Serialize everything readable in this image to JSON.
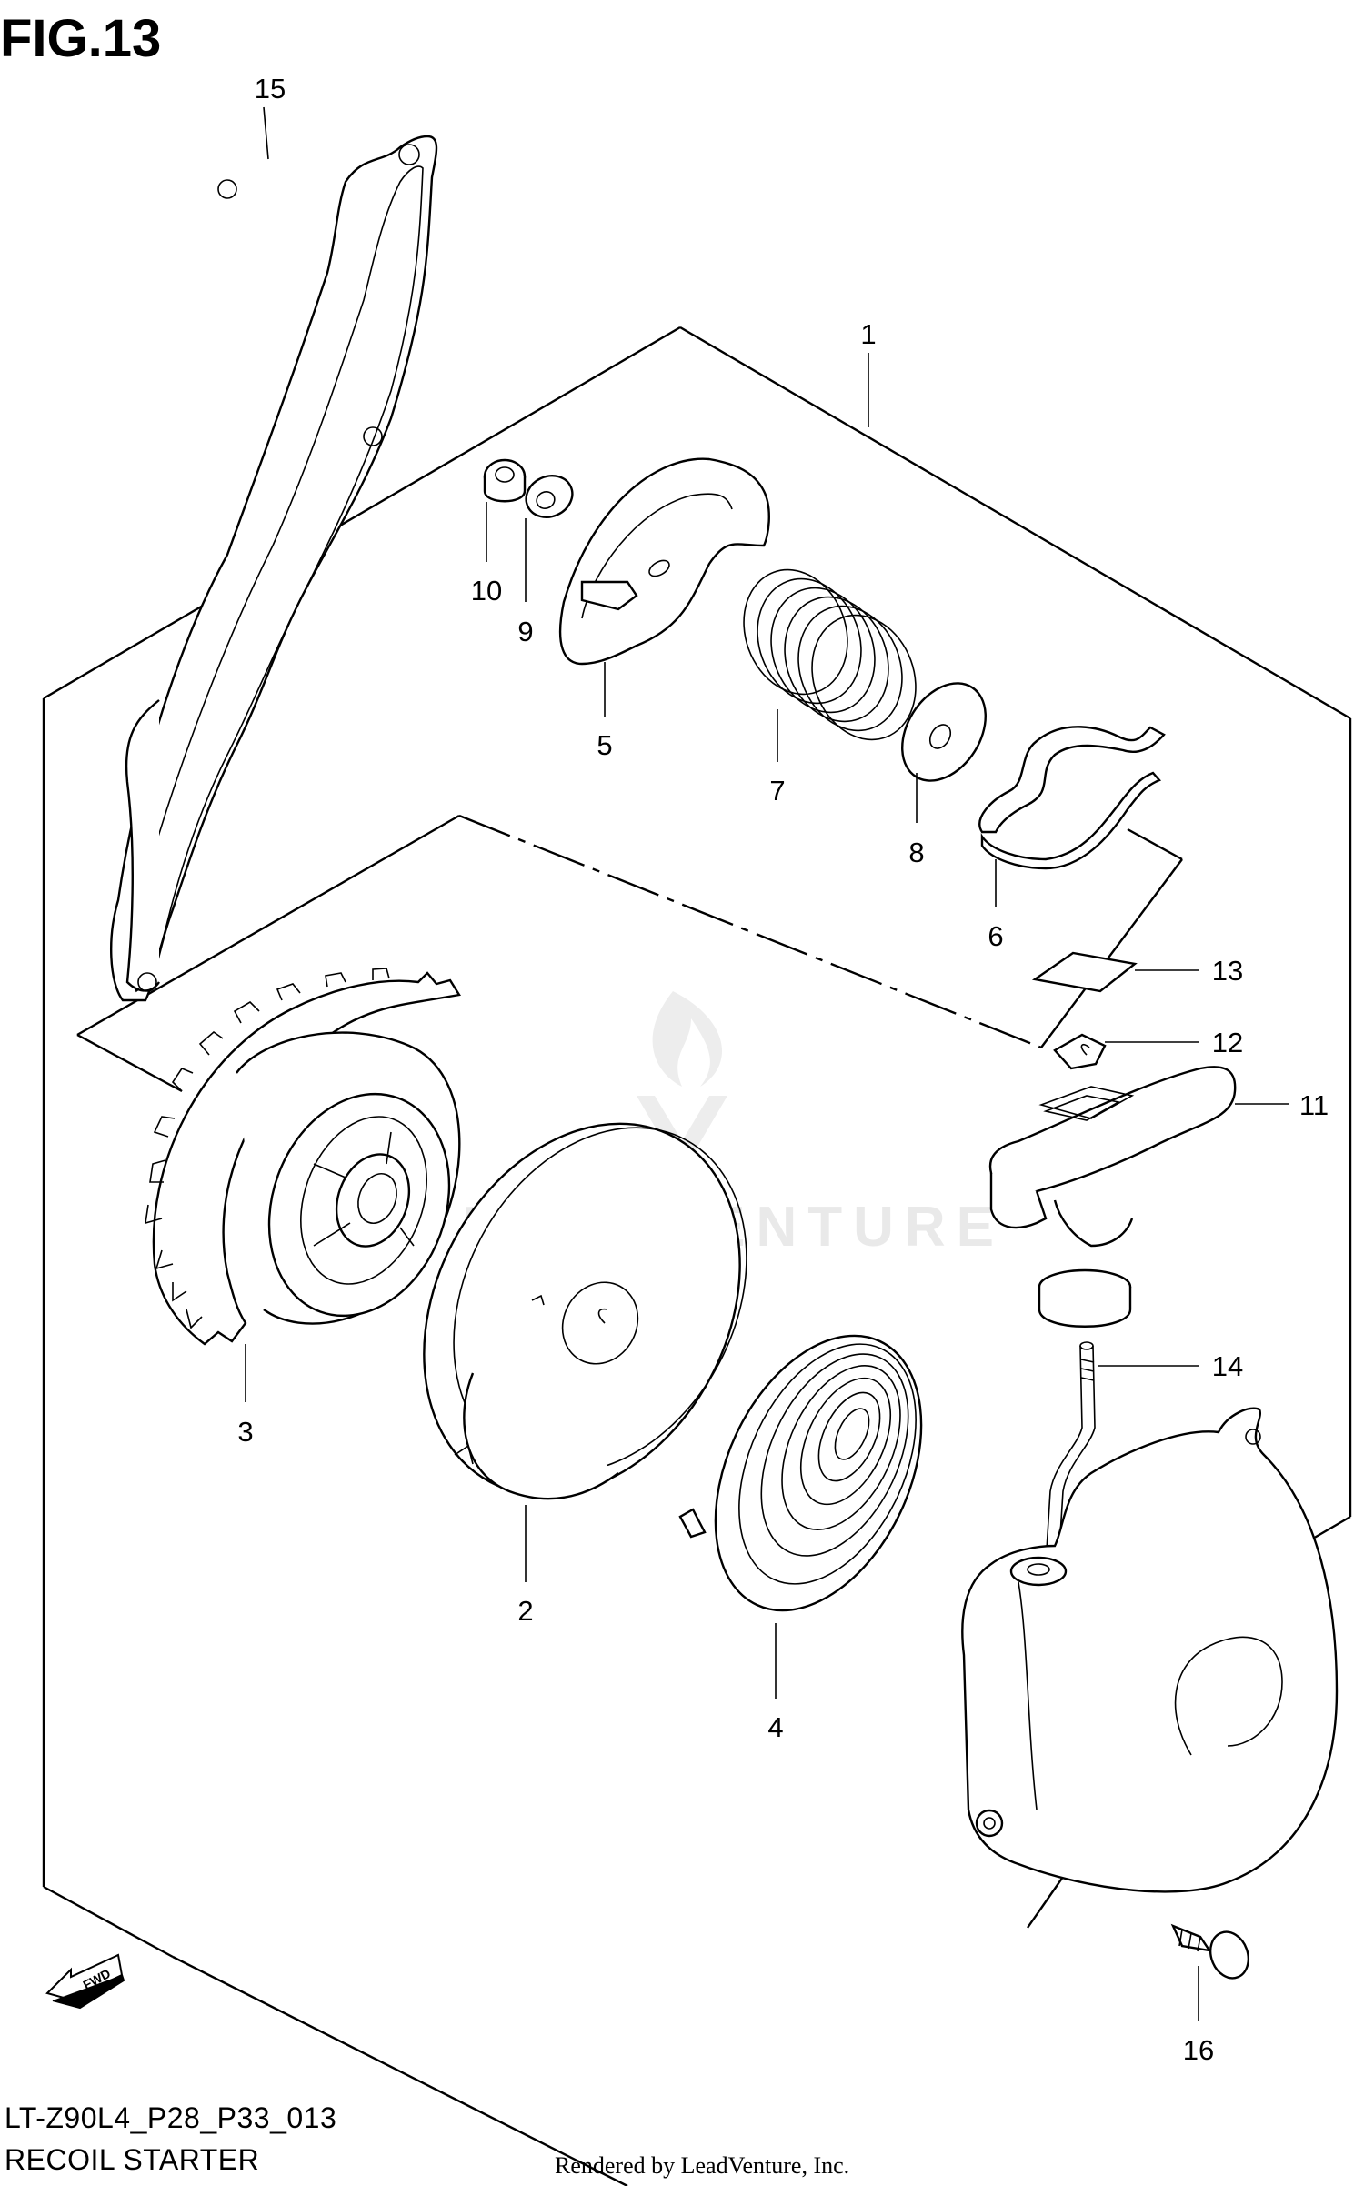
{
  "figure": {
    "title": "FIG.13",
    "diagram_code": "LT-Z90L4_P28_P33_013",
    "section_name": "RECOIL STARTER",
    "rendered_by": "Rendered by LeadVenture, Inc.",
    "watermark": "LEADVENTURE",
    "fwd_label": "FWD"
  },
  "callouts": [
    {
      "id": "callout-1",
      "number": "1"
    },
    {
      "id": "callout-2",
      "number": "2"
    },
    {
      "id": "callout-3",
      "number": "3"
    },
    {
      "id": "callout-4",
      "number": "4"
    },
    {
      "id": "callout-5",
      "number": "5"
    },
    {
      "id": "callout-6",
      "number": "6"
    },
    {
      "id": "callout-7",
      "number": "7"
    },
    {
      "id": "callout-8",
      "number": "8"
    },
    {
      "id": "callout-9",
      "number": "9"
    },
    {
      "id": "callout-10",
      "number": "10"
    },
    {
      "id": "callout-11",
      "number": "11"
    },
    {
      "id": "callout-12",
      "number": "12"
    },
    {
      "id": "callout-13",
      "number": "13"
    },
    {
      "id": "callout-14",
      "number": "14"
    },
    {
      "id": "callout-15",
      "number": "15"
    },
    {
      "id": "callout-16",
      "number": "16"
    }
  ]
}
